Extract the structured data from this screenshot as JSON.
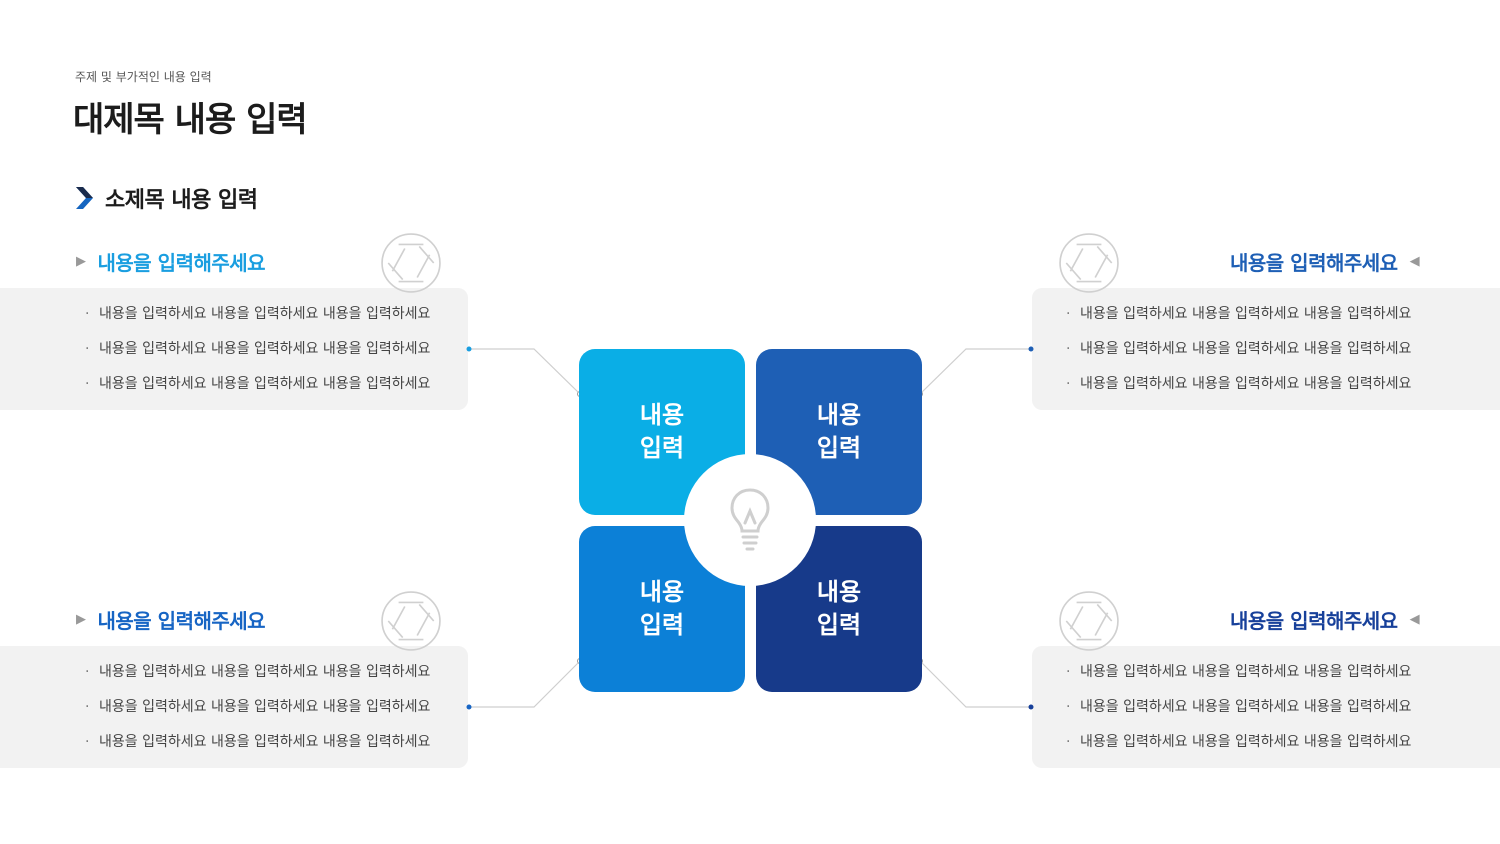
{
  "header": {
    "subtitle": "주제 및 부가적인 내용 입력",
    "title": "대제목 내용 입력",
    "section_title": "소제목 내용 입력"
  },
  "colors": {
    "light_blue": "#0aaee6",
    "mid_blue": "#1e5fb5",
    "blue": "#0c80d7",
    "navy": "#173a8a",
    "panel_bg": "#f2f2f2",
    "heading_light": "#1a9ee0",
    "heading_dark": "#17409a"
  },
  "center": {
    "icon": "lightbulb-icon",
    "tiles": [
      {
        "line1": "내용",
        "line2": "입력"
      },
      {
        "line1": "내용",
        "line2": "입력"
      },
      {
        "line1": "내용",
        "line2": "입력"
      },
      {
        "line1": "내용",
        "line2": "입력"
      }
    ]
  },
  "blocks": [
    {
      "heading": "내용을 입력해주세요",
      "icon": "aperture-icon",
      "items": [
        "내용을 입력하세요 내용을 입력하세요 내용을 입력하세요",
        "내용을 입력하세요 내용을 입력하세요 내용을 입력하세요",
        "내용을 입력하세요 내용을 입력하세요 내용을 입력하세요"
      ]
    },
    {
      "heading": "내용을 입력해주세요",
      "icon": "aperture-icon",
      "items": [
        "내용을 입력하세요 내용을 입력하세요 내용을 입력하세요",
        "내용을 입력하세요 내용을 입력하세요 내용을 입력하세요",
        "내용을 입력하세요 내용을 입력하세요 내용을 입력하세요"
      ]
    },
    {
      "heading": "내용을 입력해주세요",
      "icon": "aperture-icon",
      "items": [
        "내용을 입력하세요 내용을 입력하세요 내용을 입력하세요",
        "내용을 입력하세요 내용을 입력하세요 내용을 입력하세요",
        "내용을 입력하세요 내용을 입력하세요 내용을 입력하세요"
      ]
    },
    {
      "heading": "내용을 입력해주세요",
      "icon": "aperture-icon",
      "items": [
        "내용을 입력하세요 내용을 입력하세요 내용을 입력하세요",
        "내용을 입력하세요 내용을 입력하세요 내용을 입력하세요",
        "내용을 입력하세요 내용을 입력하세요 내용을 입력하세요"
      ]
    }
  ]
}
